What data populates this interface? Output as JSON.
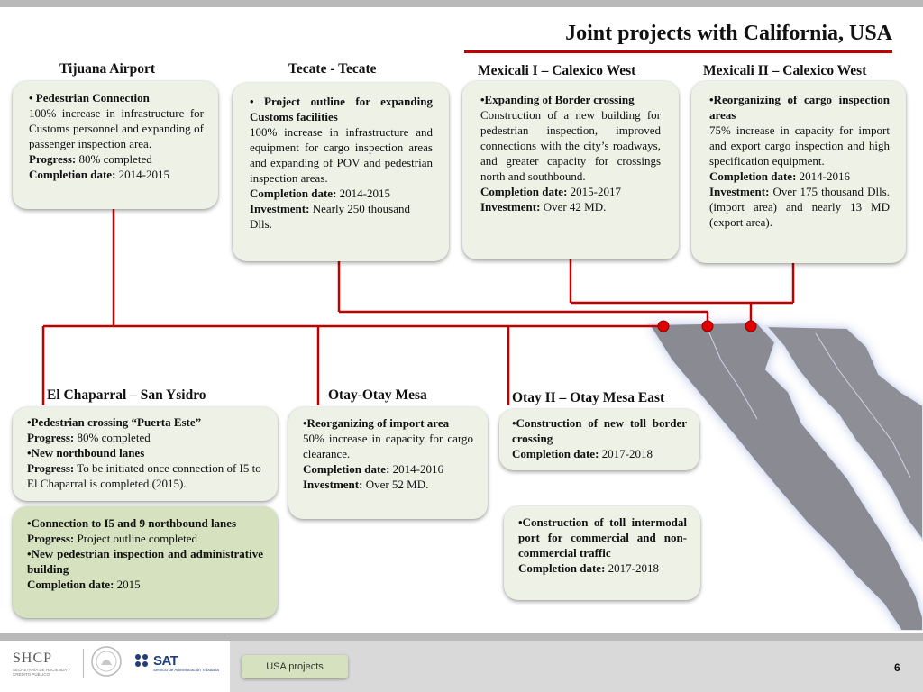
{
  "title": "Joint projects with California, USA",
  "colors": {
    "accent": "#c00000",
    "box": "#eef1e6",
    "box_green": "#d6e2bf",
    "bar": "#b9b9b9"
  },
  "projects": {
    "tijuana": {
      "heading": "Tijuana Airport",
      "bullet": "• Pedestrian Connection",
      "desc": "100% increase in infrastructure for Customs personnel and expanding of passenger inspection area.",
      "progress_label": "Progress:",
      "progress": " 80% completed",
      "completion_label": "Completion date:",
      "completion": " 2014-2015"
    },
    "tecate": {
      "heading": "Tecate - Tecate",
      "bullet": "• Project outline for expanding Customs facilities",
      "desc": "100% increase in infrastructure and equipment for cargo inspection areas and expanding of POV and pedestrian inspection areas.",
      "completion_label": "Completion date:",
      "completion": " 2014-2015",
      "investment_label": "Investment:",
      "investment": "  Nearly 250 thousand Dlls."
    },
    "mexicali1": {
      "heading": "Mexicali I – Calexico West",
      "bullet": "•Expanding of Border crossing",
      "desc": "Construction of a new building for pedestrian inspection, improved connections with the city’s roadways, and greater capacity for crossings north and southbound.",
      "completion_label": "Completion date:",
      "completion": " 2015-2017",
      "investment_label": "Investment:",
      "investment": "  Over 42 MD."
    },
    "mexicali2": {
      "heading": "Mexicali II – Calexico West",
      "bullet": "•Reorganizing of cargo inspection areas",
      "desc": "75% increase in capacity for import and export cargo inspection and high specification equipment.",
      "completion_label": "Completion date:",
      "completion": " 2014-2016",
      "investment_label": "Investment:",
      "investment": " Over 175 thousand Dlls. (import area) and nearly 13 MD (export area)."
    },
    "chaparral": {
      "heading": "El Chaparral – San Ysidro",
      "bullet1": "•Pedestrian crossing “Puerta Este”",
      "progress1_label": "Progress:",
      "progress1": "  80% completed",
      "bullet2": "•New northbound lanes",
      "progress2_label": "Progress:",
      "progress2": " To be initiated once connection of I5 to El Chaparral is completed (2015)."
    },
    "chaparral2": {
      "bullet1": "•Connection to I5 and 9 northbound lanes",
      "progress_label": "Progress:",
      "progress": " Project outline completed",
      "bullet2": "•New pedestrian inspection and administrative building",
      "completion_label": "Completion date:",
      "completion": " 2015"
    },
    "otay": {
      "heading": "Otay-Otay Mesa",
      "bullet": "•Reorganizing of import area",
      "desc": "50% increase in capacity for cargo clearance.",
      "completion_label": "Completion date:",
      "completion": " 2014-2016",
      "investment_label": "Investment:",
      "investment": " Over 52 MD."
    },
    "otay2": {
      "heading": "Otay II – Otay Mesa East",
      "bullet": "•Construction of new toll border crossing",
      "completion_label": "Completion date:",
      "completion": " 2017-2018"
    },
    "otay2b": {
      "bullet": "•Construction of toll intermodal port for commercial and non-commercial traffic",
      "completion_label": "Completion date:",
      "completion": " 2017-2018"
    }
  },
  "footer": {
    "shcp": "SHCP",
    "shcp_sub": "SECRETARÍA DE HACIENDA Y CRÉDITO PÚBLICO",
    "sat": "SAT",
    "sat_sub": "Servicio de Administración Tributaria",
    "nav_button": "USA projects",
    "page_number": "6"
  }
}
